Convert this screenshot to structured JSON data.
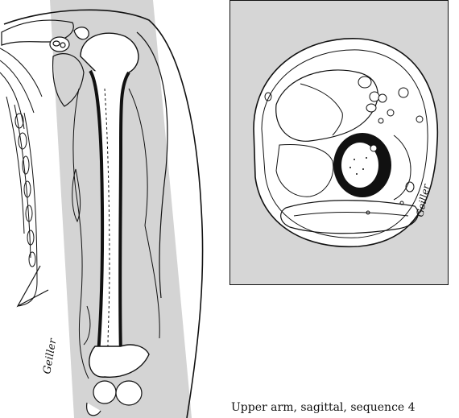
{
  "caption": "Upper arm, sagittal, sequence 4",
  "signatures": {
    "left": "Geiller",
    "right": "Geiller"
  },
  "colors": {
    "plane_fill": "#d4d4d4",
    "axial_panel_fill": "#d6d6d6",
    "ink": "#111111",
    "background": "#ffffff"
  }
}
